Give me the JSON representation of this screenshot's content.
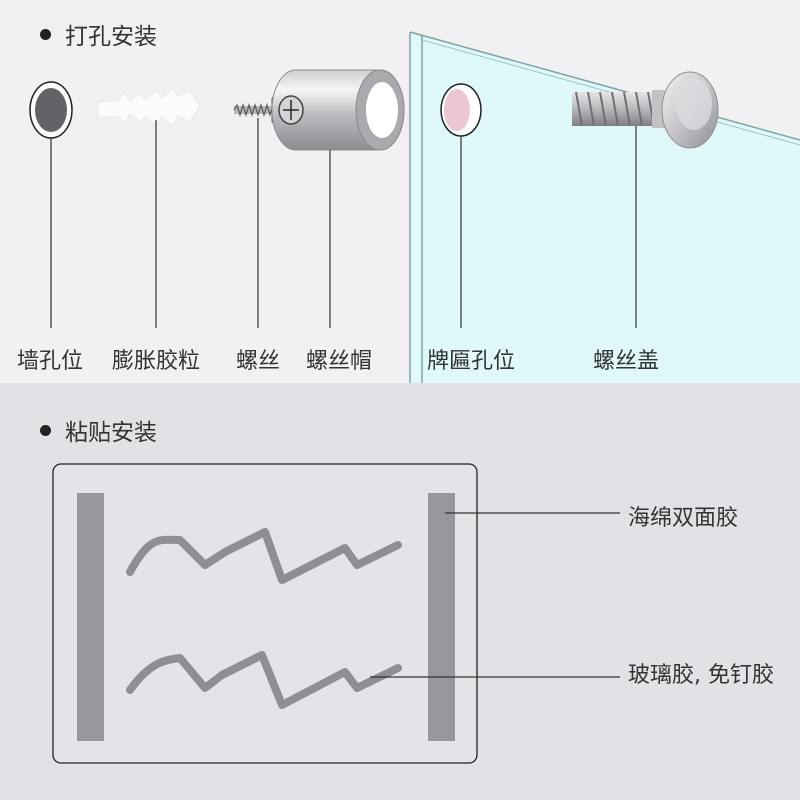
{
  "screw_install": {
    "heading": "打孔安装",
    "labels": {
      "wall_hole": "墙孔位",
      "expansion_plug": "膨胀胶粒",
      "screw": "螺丝",
      "screw_cap": "螺丝帽",
      "plaque_hole": "牌匾孔位",
      "screw_cover": "螺丝盖"
    }
  },
  "adhesive_install": {
    "heading": "粘贴安装",
    "labels": {
      "foam_tape": "海绵双面胶",
      "glass_glue": "玻璃胶, 免钉胶"
    }
  },
  "colors": {
    "top_background": "#f1f0f2",
    "bottom_background": "#e2e1e5",
    "glass_panel": "#dff9fb",
    "glue_strip": "#98979c",
    "glue_line": "#8f8f93"
  }
}
